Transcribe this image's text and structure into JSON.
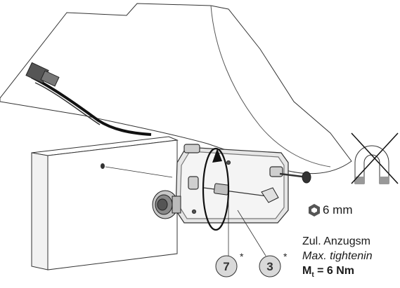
{
  "callouts": [
    {
      "number": "7",
      "marker": "*"
    },
    {
      "number": "3",
      "marker": "*"
    }
  ],
  "wrench_size": "6 mm",
  "torque": {
    "label_de": "Zul. Anzugsm",
    "label_en": "Max. tightenin",
    "symbol": "M",
    "symbol_sub": "t",
    "value": " = 6 Nm"
  },
  "icons": {
    "hex-socket": "hex-socket-icon",
    "no-magnet": "no-magnet-icon",
    "rotation-arrow": "rotation-arrow-icon"
  },
  "colors": {
    "callout_circle": "#d9d9d9",
    "housing": "#e6e6e6",
    "line": "#333333"
  }
}
